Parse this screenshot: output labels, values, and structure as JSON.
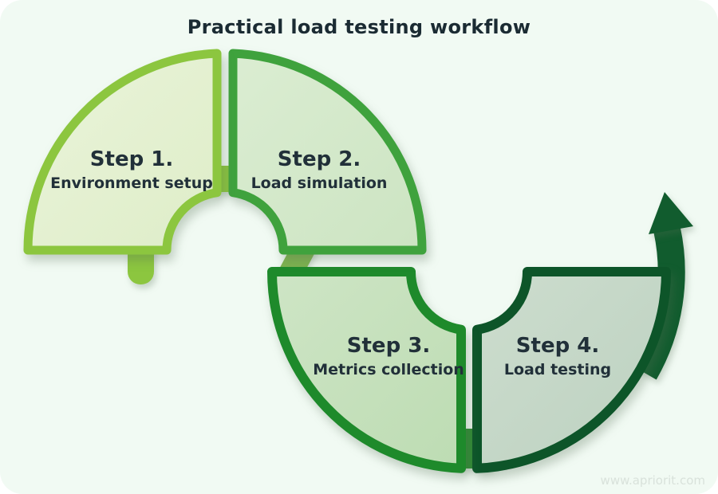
{
  "page": {
    "background": "#ffffff",
    "panel_background": "#F1FAF3",
    "title": "Practical load testing workflow",
    "title_color": "#1B2B33",
    "watermark": "www.apriorit.com",
    "watermark_color": "#D9E2DB"
  },
  "diagram": {
    "type": "workflow-s-curve",
    "text_color": "#213039",
    "arrow_color": "#115C2E",
    "steps": [
      {
        "label": "Step 1.",
        "sublabel": "Environment setup",
        "position": "top-left",
        "border_color": "#8CC63F",
        "fill_color": "#DEEDC8",
        "fill_light": "#EAF4DA"
      },
      {
        "label": "Step 2.",
        "sublabel": "Load simulation",
        "position": "top-right",
        "border_color": "#3FA23D",
        "fill_color": "#CCE4C2",
        "fill_light": "#DBEDD2"
      },
      {
        "label": "Step 3.",
        "sublabel": "Metrics collection",
        "position": "bottom-left",
        "border_color": "#1E8A2B",
        "fill_color": "#BDDCB3",
        "fill_light": "#CEE5C5"
      },
      {
        "label": "Step 4.",
        "sublabel": "Load testing",
        "position": "bottom-right",
        "border_color": "#0D5529",
        "fill_color": "#BCD1C0",
        "fill_light": "#CDDDCE"
      }
    ],
    "connectors": {
      "step1_tab": "#8CC63F",
      "step1_step2": "#8CC63F",
      "step2_step3": "#7EB350",
      "step3_step4": "#2E8B33"
    }
  }
}
